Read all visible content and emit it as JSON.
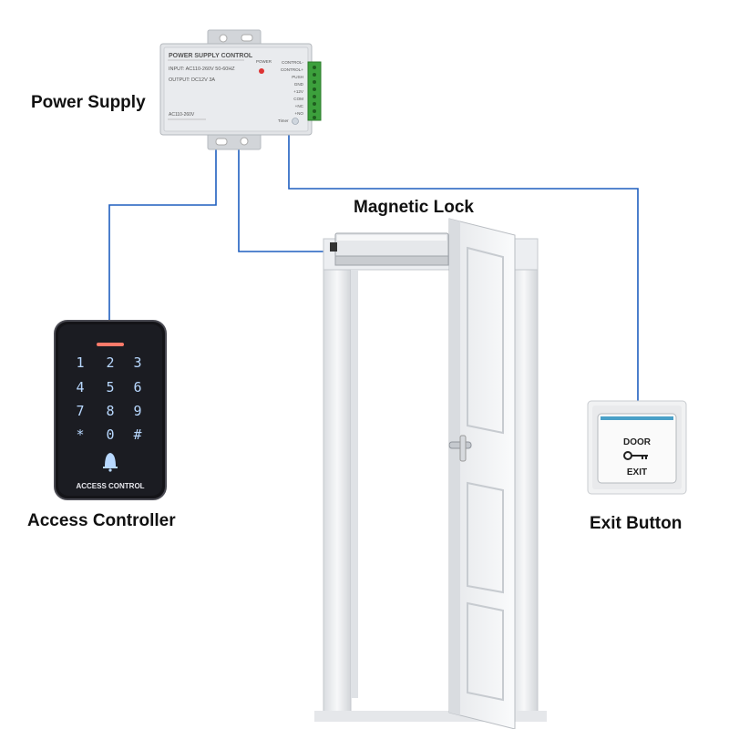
{
  "labels": {
    "power_supply": "Power Supply",
    "magnetic_lock": "Magnetic Lock",
    "access_controller": "Access Controller",
    "exit_button": "Exit Button"
  },
  "power_supply_unit": {
    "title": "POWER SUPPLY CONTROL",
    "input": "INPUT: AC110-260V 50-60HZ",
    "output": "OUTPUT: DC12V  3A",
    "ac_label": "AC110-260V",
    "power_led_label": "POWER",
    "terminals": [
      "CONTROL-",
      "CONTROL+",
      "PUSH",
      "GND",
      "+12V",
      "COM",
      "+NC",
      "+NO"
    ],
    "timer_label": "Timer"
  },
  "keypad": {
    "keys": [
      "1",
      "2",
      "3",
      "4",
      "5",
      "6",
      "7",
      "8",
      "9",
      "*",
      "0",
      "#"
    ],
    "brand": "ACCESS CONTROL"
  },
  "exit_switch": {
    "top_text": "DOOR",
    "bottom_text": "EXIT"
  },
  "colors": {
    "wire": "#1f5fbf",
    "keypad_body": "#141418",
    "keypad_glow": "#b8d8ff",
    "power_supply_body": "#e2e4e7",
    "terminal_green": "#3ca03c",
    "door": "#f4f5f7"
  }
}
